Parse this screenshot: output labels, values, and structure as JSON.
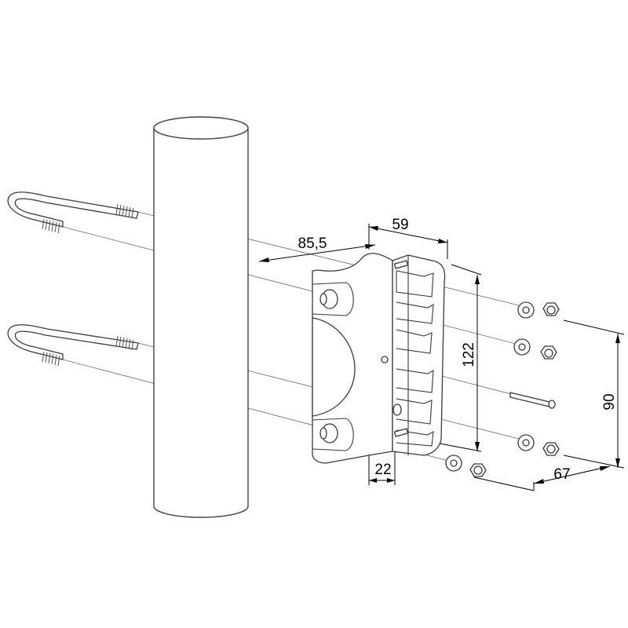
{
  "dimensions": {
    "width_top": "59",
    "depth": "85,5",
    "height": "122",
    "bolt_spacing": "90",
    "offset": "67",
    "thickness": "22"
  }
}
